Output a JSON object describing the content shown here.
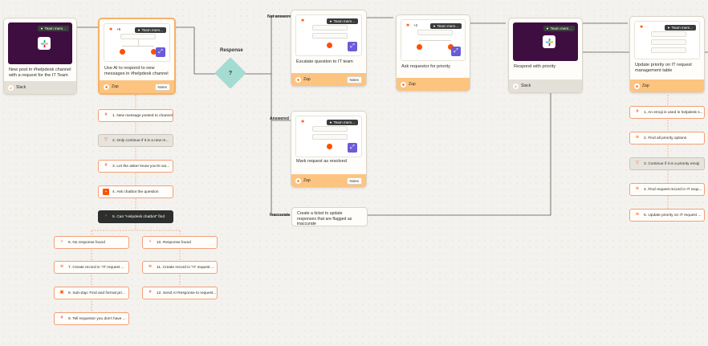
{
  "trigger": {
    "title": "New post in #helpdesk channel with a request for the IT Team",
    "badge": "Team mem...",
    "app": "Slack"
  },
  "zap_card": {
    "title": "Use AI to respond to new messages in #helpdesk channel",
    "badge": "Team mem...",
    "app": "Zap",
    "notes": "Notes",
    "mini_count": "+9"
  },
  "paths_node": {
    "label": "Response",
    "symbol": "?"
  },
  "branches": {
    "not_answered": "Not answered",
    "answered": "Answered",
    "inaccurate": "Inaccurate"
  },
  "escalate": {
    "title": "Escalate question to IT team",
    "badge": "Team mem...",
    "app": "Zap",
    "notes": "Notes"
  },
  "mark_resolved": {
    "title": "Mark request as resolved",
    "badge": "Team mem...",
    "app": "Zap",
    "notes": "Notes"
  },
  "ask_priority": {
    "title": "Ask requestor for priority",
    "badge": "Team mem...",
    "app": "Zap",
    "mini_count": "+2"
  },
  "respond_priority": {
    "title": "Respond with priority",
    "badge": "Team mem...",
    "app": "Slack"
  },
  "update_priority": {
    "title": "Update priority on IT request management table",
    "badge": "Team mem...",
    "app": "Zap"
  },
  "inaccurate_note": "Create a ticket to update responses that are flagged as inaccurate",
  "zap_steps": [
    {
      "label": "1. New message posted to channel",
      "icon": "slack-icon"
    },
    {
      "label": "2. Only continue if it is a new m...",
      "icon": "filter-icon"
    },
    {
      "label": "3. Let the asker know you're wo...",
      "icon": "slack-icon"
    },
    {
      "label": "4. Ask chatbot the question",
      "icon": "chatbot-icon"
    },
    {
      "label": "5. Can \"Helpdesk chatbot\" find",
      "icon": "paths-icon"
    }
  ],
  "left_path_steps": [
    {
      "label": "6. No response found",
      "icon": "paths-icon"
    },
    {
      "label": "7. Create record in \"IT request ...",
      "icon": "table-icon"
    },
    {
      "label": "8. Sub-Zap: Find and format pri...",
      "icon": "subzap-icon"
    },
    {
      "label": "9. Tell requestor you don't have ...",
      "icon": "slack-icon"
    }
  ],
  "right_path_steps": [
    {
      "label": "10. Response found",
      "icon": "paths-icon"
    },
    {
      "label": "11. Create record in \"IT request ...",
      "icon": "table-icon"
    },
    {
      "label": "12. Send AI Response to request...",
      "icon": "slack-icon"
    }
  ],
  "update_steps": [
    {
      "label": "1. An emoji is used in helpdesk s...",
      "icon": "slack-icon"
    },
    {
      "label": "2. Find all priority options",
      "icon": "table-icon"
    },
    {
      "label": "3. Continue if it is a priority emoji",
      "icon": "filter-icon"
    },
    {
      "label": "4. Find request record in IT requ...",
      "icon": "table-icon"
    },
    {
      "label": "5. Update priority on IT request ...",
      "icon": "table-icon"
    }
  ],
  "colors": {
    "accent": "#ff4f00",
    "peach": "#fcc47f",
    "slack_purple": "#3f0e40",
    "teal": "#a5dcd2",
    "expand": "#6b5bd6"
  }
}
